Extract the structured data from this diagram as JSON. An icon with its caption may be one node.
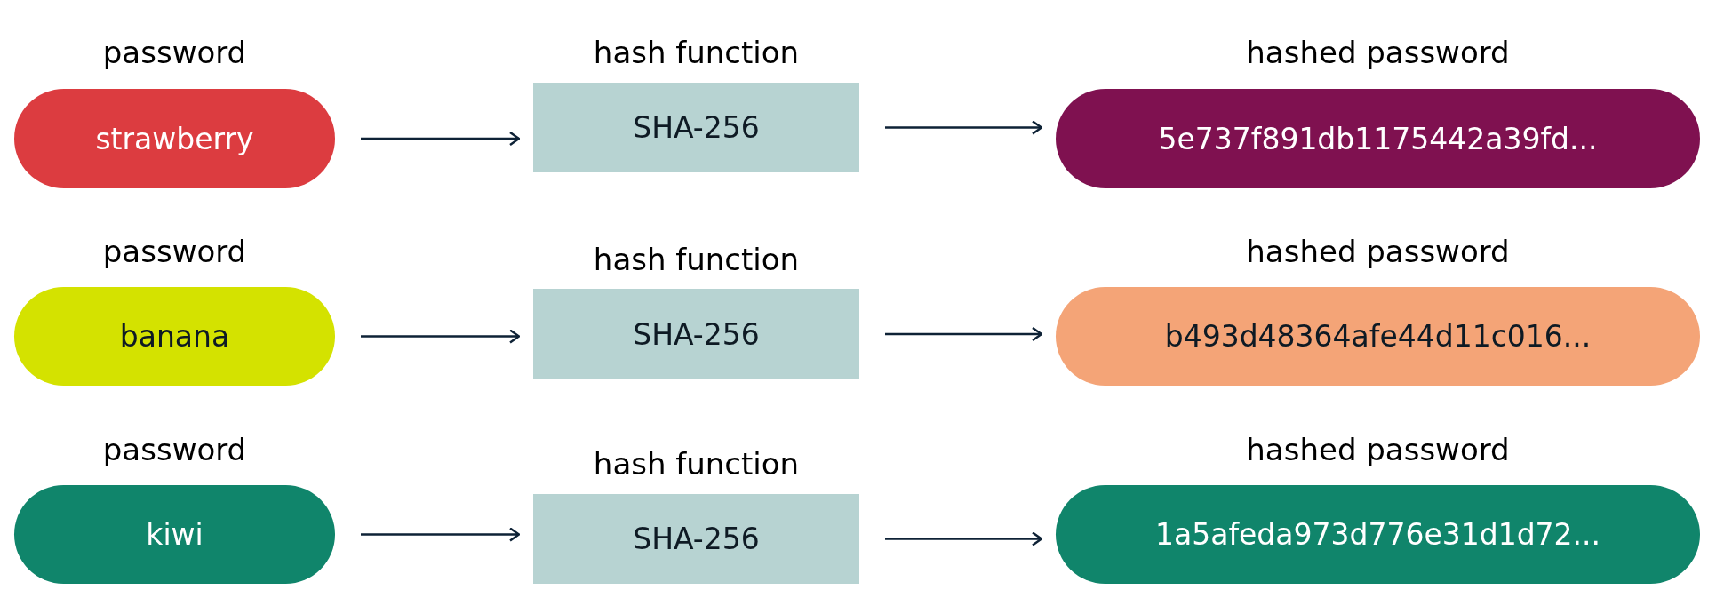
{
  "diagram": {
    "nodes": [
      {
        "text": [
          "password",
          "strawberry"
        ]
      },
      {
        "text": [
          "hash function",
          "SHA-256"
        ]
      },
      {
        "text": [
          "hashed password",
          "5e737f891db1175442a39fd..."
        ]
      },
      {
        "text": [
          "password",
          "banana"
        ]
      },
      {
        "text": [
          "hash function",
          "SHA-256"
        ]
      },
      {
        "text": [
          "hashed password",
          "b493d48364afe44d11c016..."
        ]
      },
      {
        "text": [
          "password",
          "kiwi"
        ]
      },
      {
        "text": [
          "hash function",
          "SHA-256"
        ]
      },
      {
        "text": [
          "hashed password",
          "1a5afeda973d776e31d1d72..."
        ]
      }
    ],
    "edges": [
      {
        "from": 0,
        "to": 1,
        "arrow": "to"
      },
      {
        "from": 1,
        "to": 2,
        "arrow": "to"
      },
      {
        "from": 3,
        "to": 4,
        "arrow": "to"
      },
      {
        "from": 4,
        "to": 5,
        "arrow": "to"
      },
      {
        "from": 6,
        "to": 7,
        "arrow": "to"
      },
      {
        "from": 7,
        "to": 8,
        "arrow": "to"
      }
    ]
  }
}
